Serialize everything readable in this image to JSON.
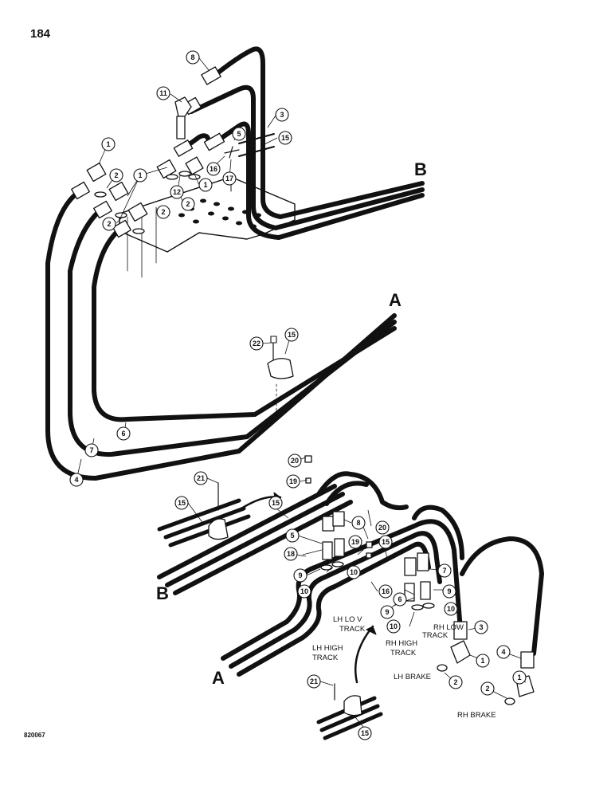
{
  "page_number": "184",
  "figure_id": "820067",
  "section_letters": [
    "A",
    "B",
    "A",
    "B"
  ],
  "labels": {
    "lh_low_track": [
      "LH LO V",
      "TRACK"
    ],
    "rh_low_track": [
      "RH LOW",
      "TRACK"
    ],
    "lh_high_track": [
      "LH HIGH",
      "TRACK"
    ],
    "rh_high_track": [
      "RH HIGH",
      "TRACK"
    ],
    "lh_brake": "LH BRAKE",
    "rh_brake": "RH BRAKE"
  },
  "callouts": [
    "8",
    "11",
    "3",
    "5",
    "15",
    "1",
    "2",
    "1",
    "16",
    "17",
    "12",
    "1",
    "2",
    "2",
    "2",
    "22",
    "15",
    "6",
    "7",
    "4",
    "20",
    "21",
    "19",
    "15",
    "15",
    "8",
    "5",
    "9",
    "18",
    "10",
    "10",
    "20",
    "19",
    "15",
    "16",
    "7",
    "6",
    "9",
    "9",
    "10",
    "10",
    "3",
    "1",
    "2",
    "4",
    "1",
    "2",
    "21",
    "15"
  ]
}
